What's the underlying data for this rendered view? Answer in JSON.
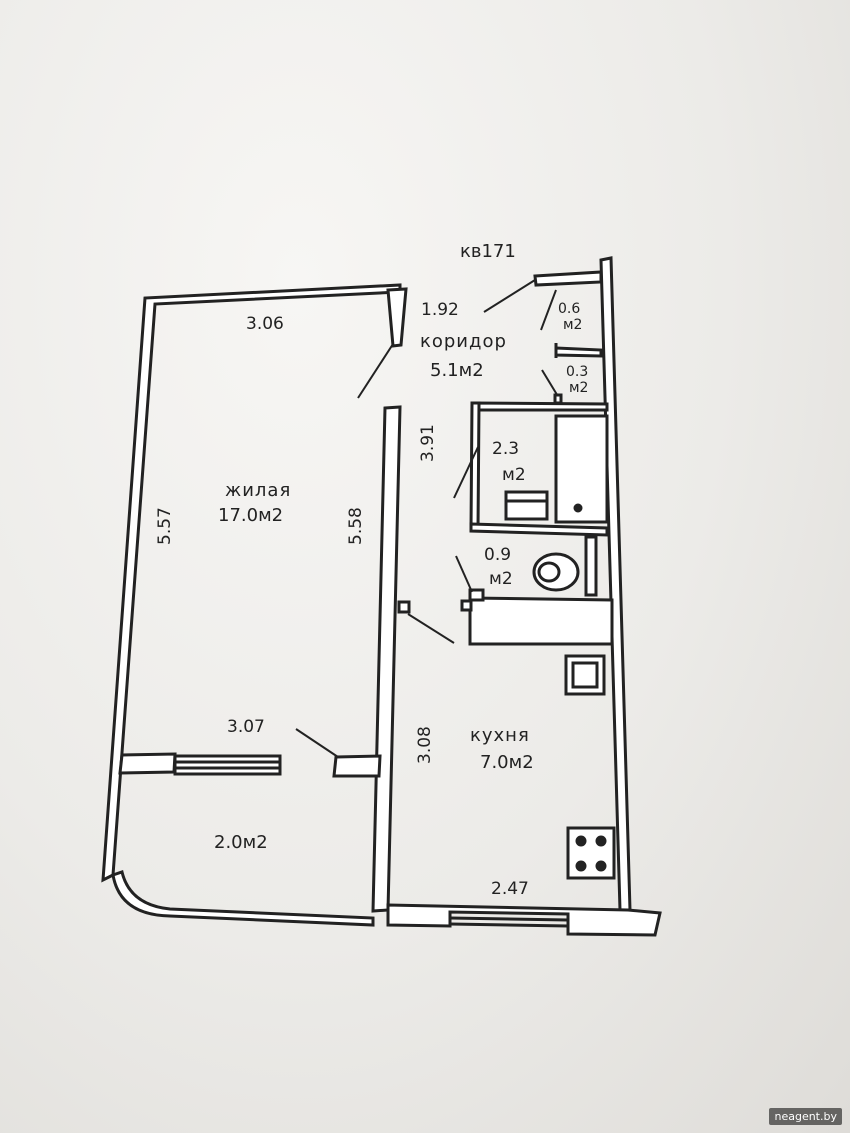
{
  "plan": {
    "apartment": "кв171",
    "rooms": {
      "living": {
        "name": "жилая",
        "area": "17.0м2"
      },
      "corridor": {
        "name": "коридор",
        "area": "5.1м2"
      },
      "kitchen": {
        "name": "кухня",
        "area": "7.0м2"
      },
      "balcony": {
        "area": "2.0м2"
      },
      "bathroom": {
        "area_value": "2.3",
        "area_unit": "м2"
      },
      "toilet": {
        "area_value": "0.9",
        "area_unit": "м2"
      },
      "closet_1": {
        "area_value": "0.6",
        "area_unit": "м2"
      },
      "closet_2": {
        "area_value": "0.3",
        "area_unit": "м2"
      }
    },
    "dimensions": {
      "living_top": "3.06",
      "living_bottom": "3.07",
      "living_left": "5.57",
      "living_right": "5.58",
      "corridor_width": "1.92",
      "corridor_length": "3.91",
      "kitchen_side": "3.08",
      "kitchen_bottom": "2.47"
    }
  },
  "watermark": "neagent.by"
}
